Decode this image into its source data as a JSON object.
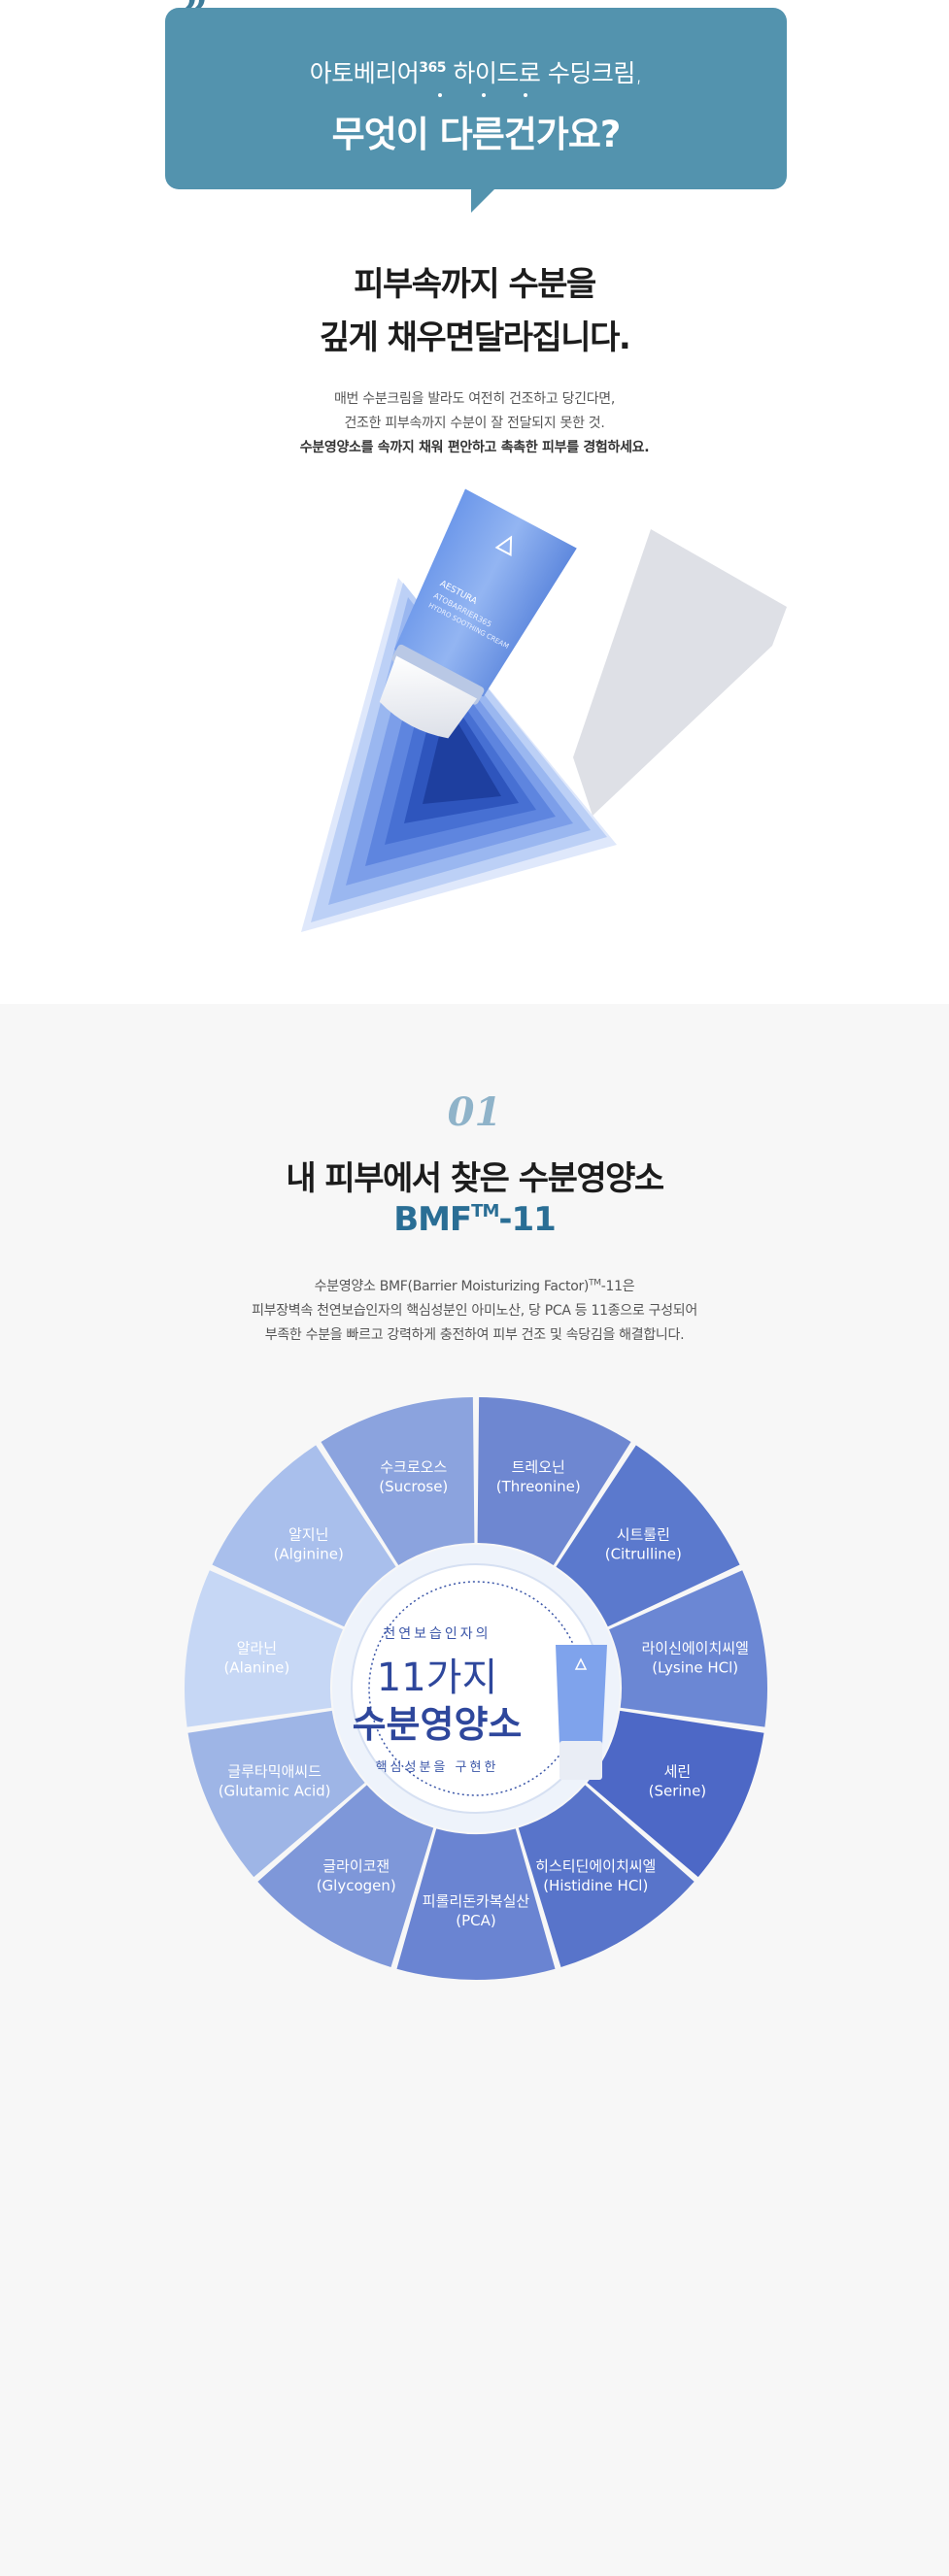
{
  "bubble": {
    "line1_prefix": "아토베리어",
    "line1_sup": "365",
    "line1_suffix": " 하이드로 수딩크림,",
    "line2": "무엇이 다른건가요?"
  },
  "intro": {
    "heading_line1": "피부속까지 수분을",
    "heading_line2": "깊게 채우면달라집니다.",
    "desc_line1": "매번 수분크림을 발라도 여전히 건조하고 당긴다면,",
    "desc_line2": "건조한 피부속까지 수분이 잘 전달되지 못한 것.",
    "desc_line3": "수분영양소를 속까지 채워 편안하고 촉촉한 피부를 경험하세요."
  },
  "product": {
    "brand": "AESTURA",
    "name_line1": "ATOBARRIER365",
    "name_line2": "HYDRO SOOTHING CREAM"
  },
  "bmf": {
    "number": "01",
    "title": "내 피부에서 찾은 수분영양소",
    "sub_prefix": "BMF",
    "sub_sup": "TM",
    "sub_suffix": "-11",
    "desc_line1_prefix": "수분영양소 BMF(Barrier Moisturizing Factor)",
    "desc_line1_sup": "TM",
    "desc_line1_suffix": "-11은",
    "desc_line2": "피부장벽속 천연보습인자의 핵심성분인 아미노산, 당 PCA 등 11종으로 구성되어",
    "desc_line3": "부족한 수분을 빠르고 강력하게 충전하여 피부 건조 및 속당김을 해결합니다."
  },
  "wheel": {
    "center_top": "천연보습인자의",
    "center_main1": "11가지",
    "center_main2": "수분영양소",
    "center_bottom": "핵심성분을 구현한",
    "segments": [
      {
        "ko": "트레오닌",
        "en": "(Threonine)",
        "color": "#6e87d1"
      },
      {
        "ko": "시트룰린",
        "en": "(Citrulline)",
        "color": "#5b79cd"
      },
      {
        "ko": "라이신에이치씨엘",
        "en": "(Lysine HCl)",
        "color": "#6b87d4"
      },
      {
        "ko": "세린",
        "en": "(Serine)",
        "color": "#4d68c6"
      },
      {
        "ko": "히스티딘에이치씨엘",
        "en": "(Histidine HCl)",
        "color": "#5874ca"
      },
      {
        "ko": "피롤리돈카복실산",
        "en": "(PCA)",
        "color": "#6a84d2"
      },
      {
        "ko": "글라이코잰",
        "en": "(Glycogen)",
        "color": "#7e97d9"
      },
      {
        "ko": "글루타믹애씨드",
        "en": "(Glutamic Acid)",
        "color": "#9eb5e6"
      },
      {
        "ko": "알라닌",
        "en": "(Alanine)",
        "color": "#c6d7f5"
      },
      {
        "ko": "알지닌",
        "en": "(Alginine)",
        "color": "#a9bfec"
      },
      {
        "ko": "수크로오스",
        "en": "(Sucrose)",
        "color": "#8ba3de"
      }
    ]
  }
}
